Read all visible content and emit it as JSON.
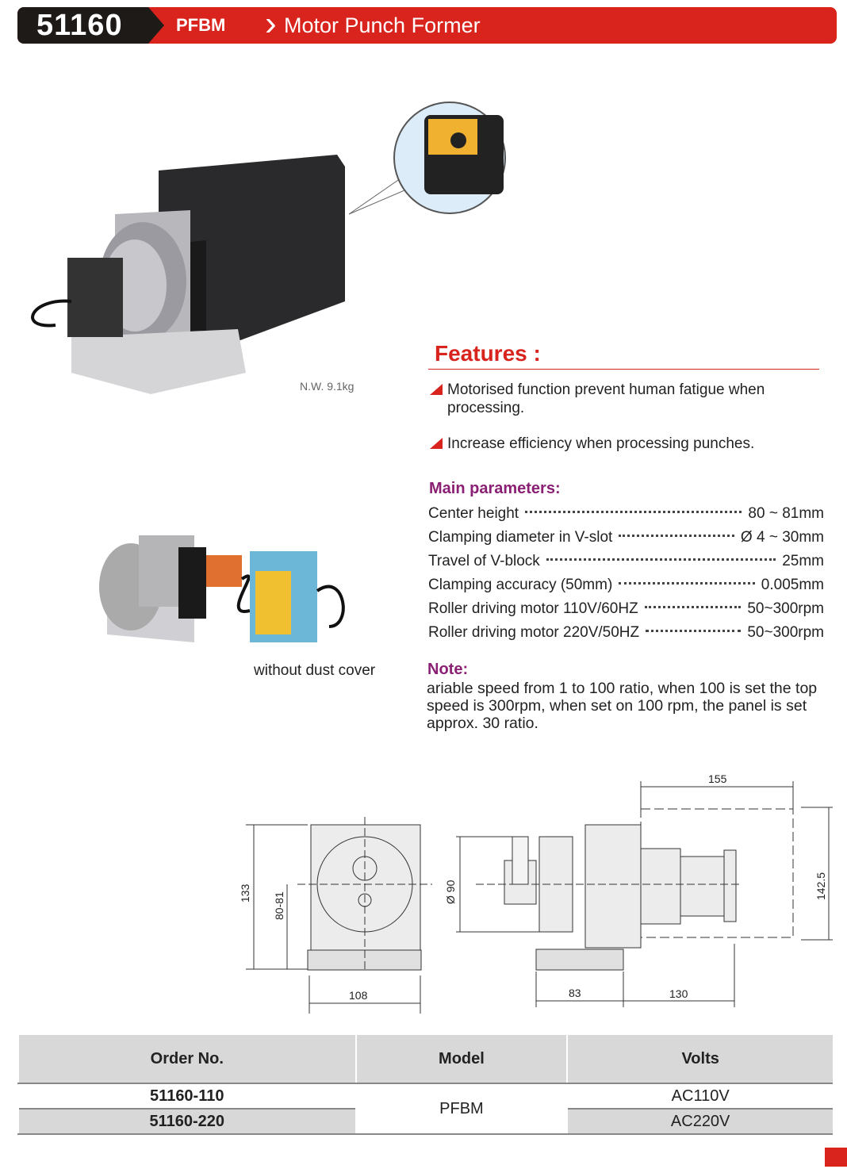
{
  "header": {
    "code": "51160",
    "model": "PFBM",
    "title": "Motor Punch Former"
  },
  "product": {
    "net_weight": "N.W. 9.1kg",
    "caption_no_cover": "without dust cover"
  },
  "features": {
    "title": "Features :",
    "items": [
      "Motorised function prevent human fatigue when processing.",
      "Increase efficiency when processing punches."
    ]
  },
  "parameters": {
    "title": "Main parameters:",
    "rows": [
      {
        "label": "Center height",
        "value": "80 ~ 81mm"
      },
      {
        "label": "Clamping diameter in V-slot",
        "value": "Ø 4 ~ 30mm"
      },
      {
        "label": "Travel of V-block",
        "value": "25mm"
      },
      {
        "label": "Clamping accuracy (50mm)",
        "value": "0.005mm"
      },
      {
        "label": "Roller driving motor 110V/60HZ",
        "value": "50~300rpm"
      },
      {
        "label": "Roller driving motor 220V/50HZ",
        "value": "50~300rpm"
      }
    ]
  },
  "note": {
    "title": "Note:",
    "text": "ariable speed from 1 to 100 ratio, when 100 is set the top speed is 300rpm, when set on 100 rpm, the panel is set approx. 30 ratio."
  },
  "drawing": {
    "d133": "133",
    "d8081": "80-81",
    "d108": "108",
    "d90": "Ø 90",
    "d155": "155",
    "d1425": "142.5",
    "d83": "83",
    "d130": "130"
  },
  "table": {
    "headers": [
      "Order No.",
      "Model",
      "Volts"
    ],
    "rows": [
      {
        "order": "51160-110",
        "model": "PFBM",
        "volts": "AC110V"
      },
      {
        "order": "51160-220",
        "volts": "AC220V"
      }
    ]
  }
}
